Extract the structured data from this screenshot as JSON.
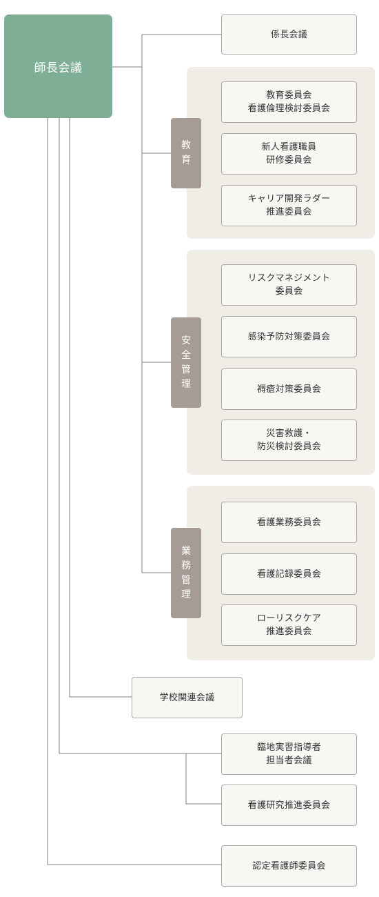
{
  "root": {
    "label": "師長会議"
  },
  "top_committee": {
    "label": "係長会議"
  },
  "groups": [
    {
      "label": "教\n育",
      "committees": [
        "教育委員会\n看護倫理検討委員会",
        "新人看護職員\n研修委員会",
        "キャリア開発ラダー\n推進委員会"
      ]
    },
    {
      "label": "安\n全\n管\n理",
      "committees": [
        "リスクマネジメント\n委員会",
        "感染予防対策委員会",
        "褥瘡対策委員会",
        "災害救護・\n防災検討委員会"
      ]
    },
    {
      "label": "業\n務\n管\n理",
      "committees": [
        "看護業務委員会",
        "看護記録委員会",
        "ローリスクケア\n推進委員会"
      ]
    }
  ],
  "school_meeting": {
    "label": "学校関連会議"
  },
  "clinical_meeting": {
    "label": "臨地実習指導者\n担当者会議"
  },
  "research_committee": {
    "label": "看護研究推進委員会"
  },
  "certified_committee": {
    "label": "認定看護師委員会"
  },
  "colors": {
    "root": "#7fae96",
    "panel": "#efede5",
    "group_label": "#a69c95",
    "box_fill": "#f8f7f3",
    "box_border": "#a9a9a9",
    "line": "#9a9a9a"
  }
}
